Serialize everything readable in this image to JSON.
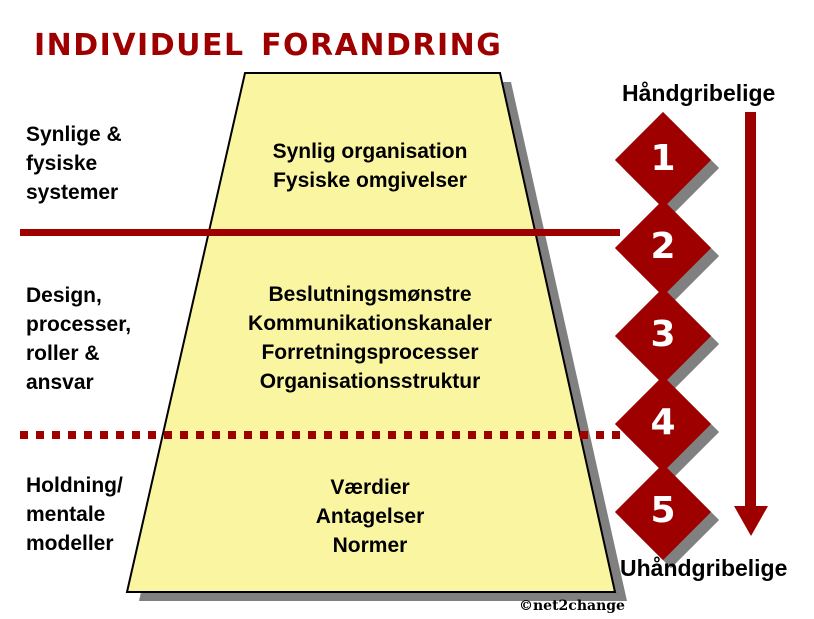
{
  "title": "Individuel forandring",
  "colors": {
    "dark_red": "#9E0000",
    "pale_yellow": "#FAF5A0",
    "shadow_gray": "#808080",
    "text_black": "#000000",
    "background": "#FFFFFF"
  },
  "left_labels": [
    "Synlige &\nfysiske\nsystemer",
    "Design,\nprocesser,\nroller &\nansvar",
    "Holdning/\nmentale\nmodeller"
  ],
  "trapezoid_sections": [
    "Synlig organisation\nFysiske omgivelser",
    "Beslutningsmønstre\nKommunikationskanaler\nForretningsprocesser\nOrganisationsstruktur",
    "Værdier\nAntagelser\nNormer"
  ],
  "diamonds": [
    {
      "number": "1"
    },
    {
      "number": "2"
    },
    {
      "number": "3"
    },
    {
      "number": "4"
    },
    {
      "number": "5"
    }
  ],
  "axis": {
    "top_label": "Håndgribelige",
    "bottom_label": "Uhåndgribelige",
    "arrow_direction": "down"
  },
  "dividers": {
    "solid_style": "solid",
    "dotted_style": "dotted"
  },
  "copyright": "©net2change"
}
